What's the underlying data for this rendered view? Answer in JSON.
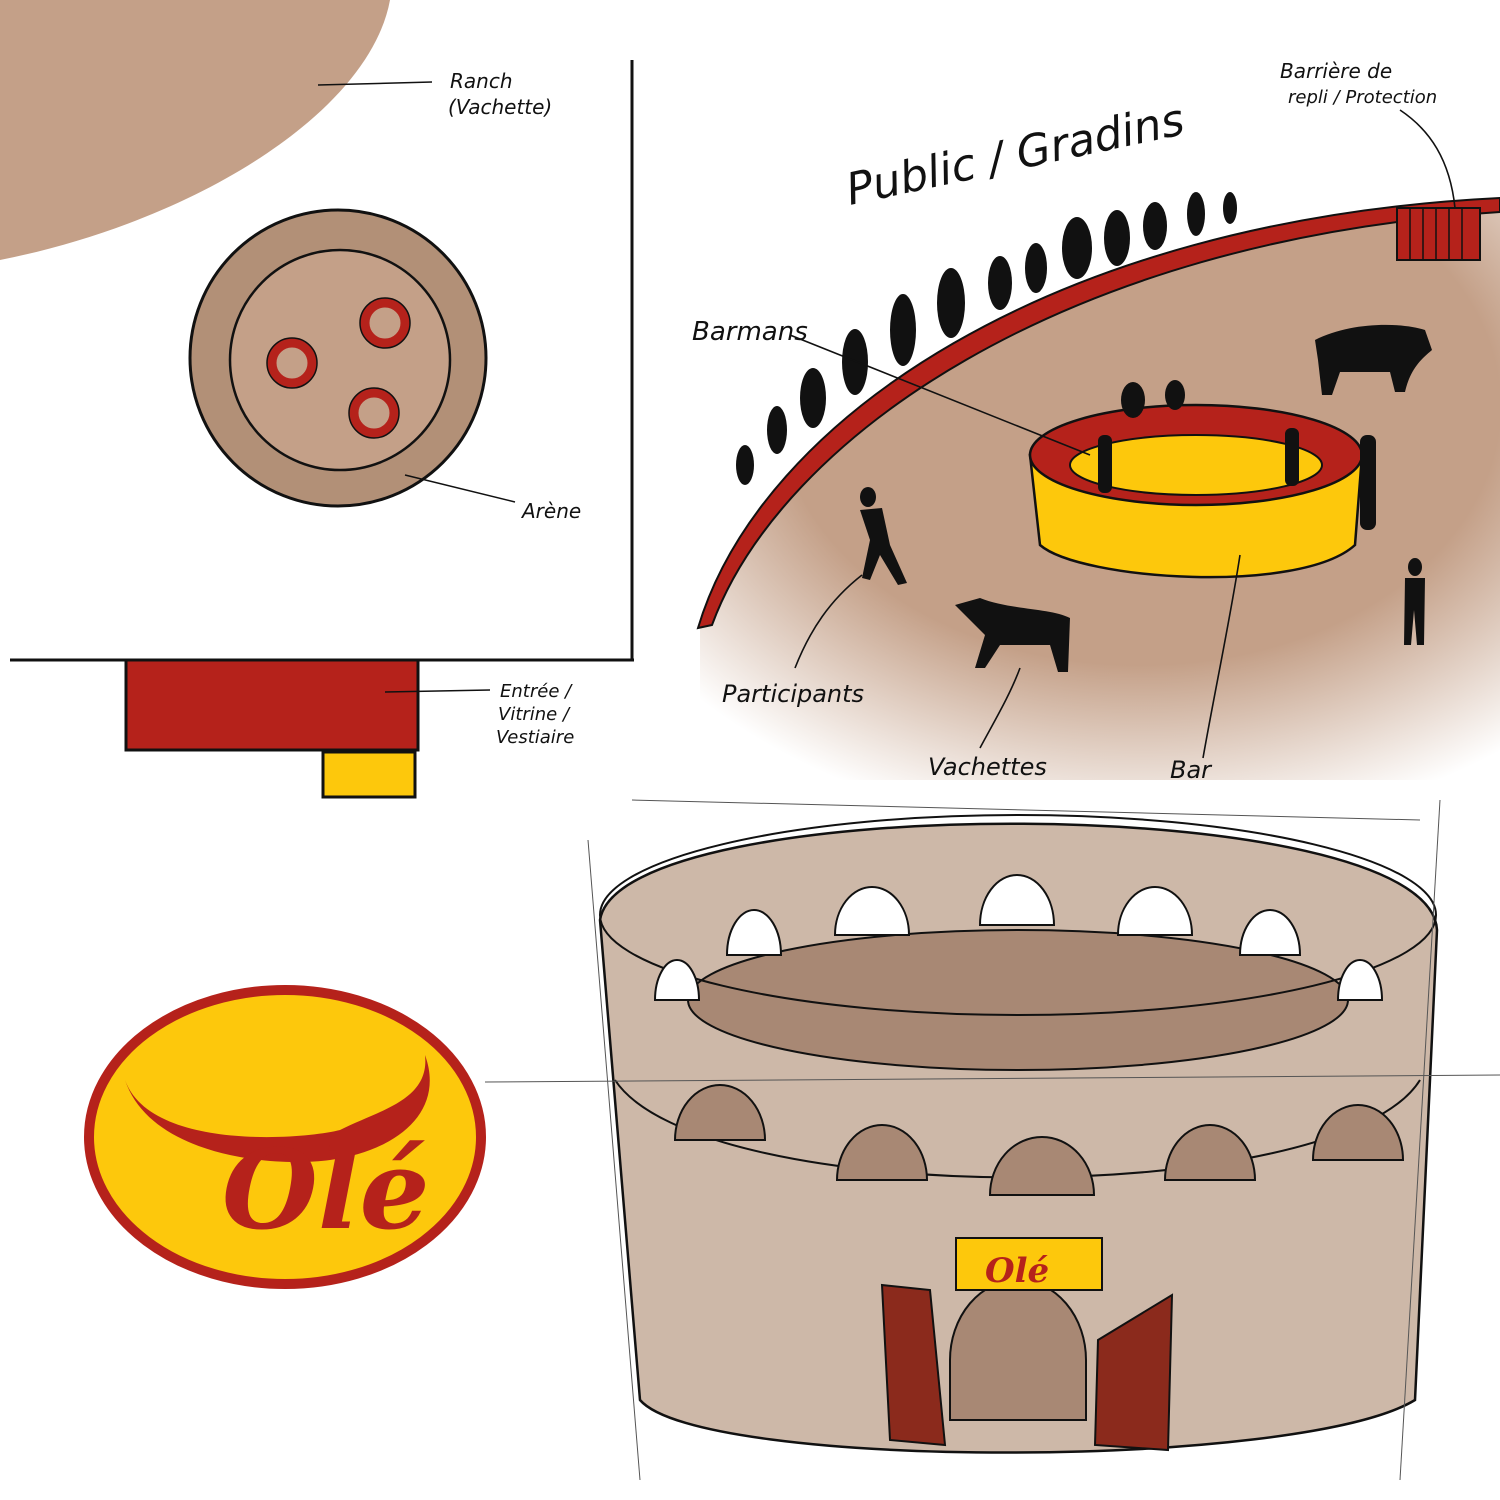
{
  "colors": {
    "tan": "#c4a088",
    "arena_outer": "#b29077",
    "arena_inner": "#c4a088",
    "red": "#b5221b",
    "yellow": "#fdc80c",
    "stone": "#cdb8a8",
    "ink": "#111111"
  },
  "plan": {
    "ranch_label_line1": "Ranch",
    "ranch_label_line2": "(Vachette)",
    "arena_label": "Arène",
    "entrance_label_line1": "Entrée /",
    "entrance_label_line2": "Vitrine /",
    "entrance_label_line3": "Vestiaire"
  },
  "scene": {
    "title": "Public / Gradins",
    "barrier_label_line1": "Barrière de",
    "barrier_label_line2": "repli / Protection",
    "barmen_label": "Barmans",
    "participants_label": "Participants",
    "cows_label": "Vachettes",
    "bar_label": "Bar"
  },
  "logo": {
    "text": "Olé"
  }
}
